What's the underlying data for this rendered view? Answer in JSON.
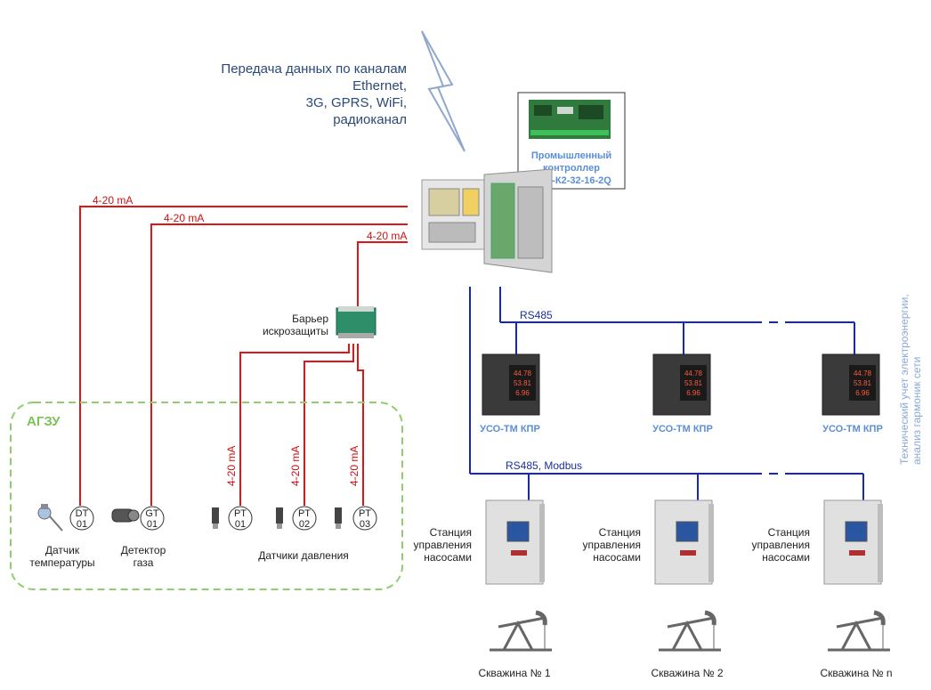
{
  "transmission": {
    "line1": "Передача данных по каналам",
    "line2": "Ethernet,",
    "line3": "3G, GPRS, WiFi,",
    "line4": "радиоканал"
  },
  "controller": {
    "line1": "Промышленный",
    "line2": "контроллер",
    "line3": "УСО-К2-32-16-2Q"
  },
  "current_labels": [
    "4-20 mA",
    "4-20 mA",
    "4-20 mA"
  ],
  "sensor_current_labels": [
    "4-20 mA",
    "4-20 mA",
    "4-20 mA"
  ],
  "barrier": {
    "line1": "Барьер",
    "line2": "искрозащиты"
  },
  "agzu": {
    "title": "АГЗУ"
  },
  "sensors": [
    {
      "code": "DT",
      "num": "01"
    },
    {
      "code": "GT",
      "num": "01"
    },
    {
      "code": "PT",
      "num": "01"
    },
    {
      "code": "PT",
      "num": "02"
    },
    {
      "code": "PT",
      "num": "03"
    }
  ],
  "sensor_captions": {
    "temp_line1": "Датчик",
    "temp_line2": "температуры",
    "gas_line1": "Детектор",
    "gas_line2": "газа",
    "pressure": "Датчики давления"
  },
  "buses": {
    "rs485": "RS485",
    "rs485_modbus": "RS485, Modbus"
  },
  "meters": [
    "УСО-ТМ КПР",
    "УСО-ТМ КПР",
    "УСО-ТМ КПР"
  ],
  "meter_display": [
    "44.78",
    "53.81",
    "6.96"
  ],
  "side_note": {
    "line1": "Технический учет электроэнергии,",
    "line2": "анализ гармоник сети"
  },
  "stations": [
    {
      "line1": "Станция",
      "line2": "управления",
      "line3": "насосами"
    },
    {
      "line1": "Станция",
      "line2": "управления",
      "line3": "насосами"
    },
    {
      "line1": "Станция",
      "line2": "управления",
      "line3": "насосами"
    }
  ],
  "wells": [
    "Скважина № 1",
    "Скважина № 2",
    "Скважина № n"
  ],
  "colors": {
    "current_loop": "#e01515",
    "bus": "#1426c8",
    "agzu_border": "#8fce6a",
    "label_blue": "#5b8ed6"
  }
}
